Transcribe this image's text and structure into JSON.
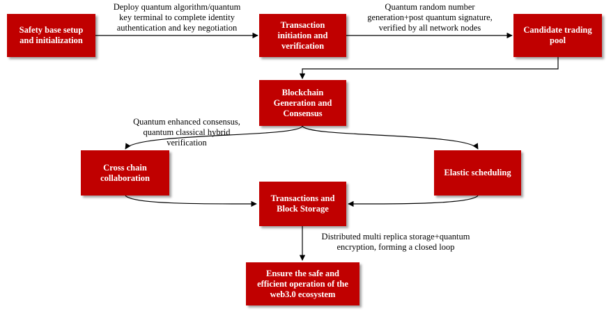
{
  "colors": {
    "node_fill": "#c00000",
    "node_text": "#ffffff",
    "arrow": "#000000",
    "label_text": "#000000"
  },
  "nodes": {
    "safety_setup": "Safety base setup\nand initialization",
    "transaction_init": "Transaction\ninitiation and\nverification",
    "candidate_pool": "Candidate trading\npool",
    "blockchain_consensus": "Blockchain\nGeneration and\nConsensus",
    "cross_chain": "Cross chain\ncollaboration",
    "elastic_scheduling": "Elastic scheduling",
    "storage": "Transactions and\nBlock Storage",
    "ensure_operation": "Ensure the safe and\nefficient operation of the\nweb3.0 ecosystem"
  },
  "edge_labels": {
    "deploy": "Deploy quantum algorithm/quantum\nkey terminal to complete identity\nauthentication and key negotiation",
    "qrng": "Quantum random number\ngeneration+post quantum signature,\nverified by all network nodes",
    "consensus": "Quantum enhanced consensus,\nquantum classical hybrid\nverification",
    "distributed": "Distributed multi replica storage+quantum\nencryption, forming a closed loop"
  }
}
